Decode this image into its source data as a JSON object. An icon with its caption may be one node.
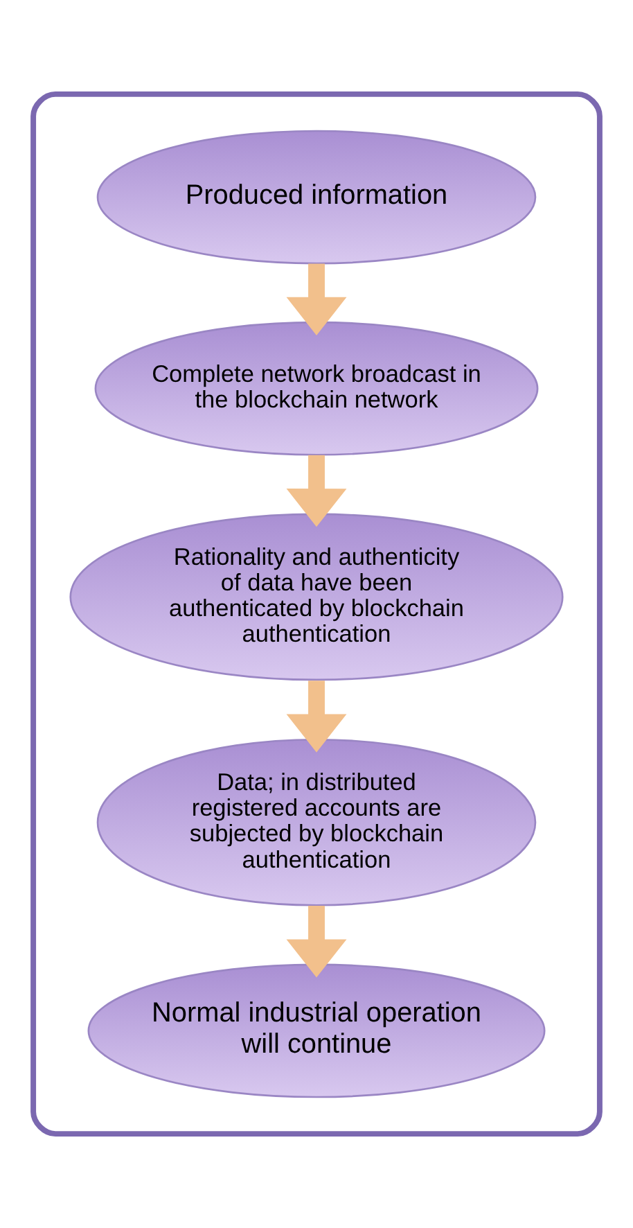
{
  "diagram": {
    "nodes": [
      {
        "text": [],
        "shape": "box"
      },
      {
        "text": [
          "Produced information"
        ],
        "in": 0
      },
      {
        "text": [
          "Complete network broadcast in the blockchain network"
        ],
        "in": 0
      },
      {
        "text": [
          "Rationality and authenticity of data have been authenticated by blockchain authentication"
        ],
        "in": 0
      },
      {
        "text": [
          "Data; in distributed registered accounts are subjected by blockchain authentication"
        ],
        "in": 0
      },
      {
        "text": [
          "Normal industrial operation will continue"
        ],
        "in": 0
      }
    ],
    "edges": [
      {
        "from": 1,
        "to": 2,
        "arrow": "to"
      },
      {
        "from": 2,
        "to": 3,
        "arrow": "to"
      },
      {
        "from": 3,
        "to": 4,
        "arrow": "to"
      },
      {
        "from": 4,
        "to": 5,
        "arrow": "to"
      }
    ]
  }
}
